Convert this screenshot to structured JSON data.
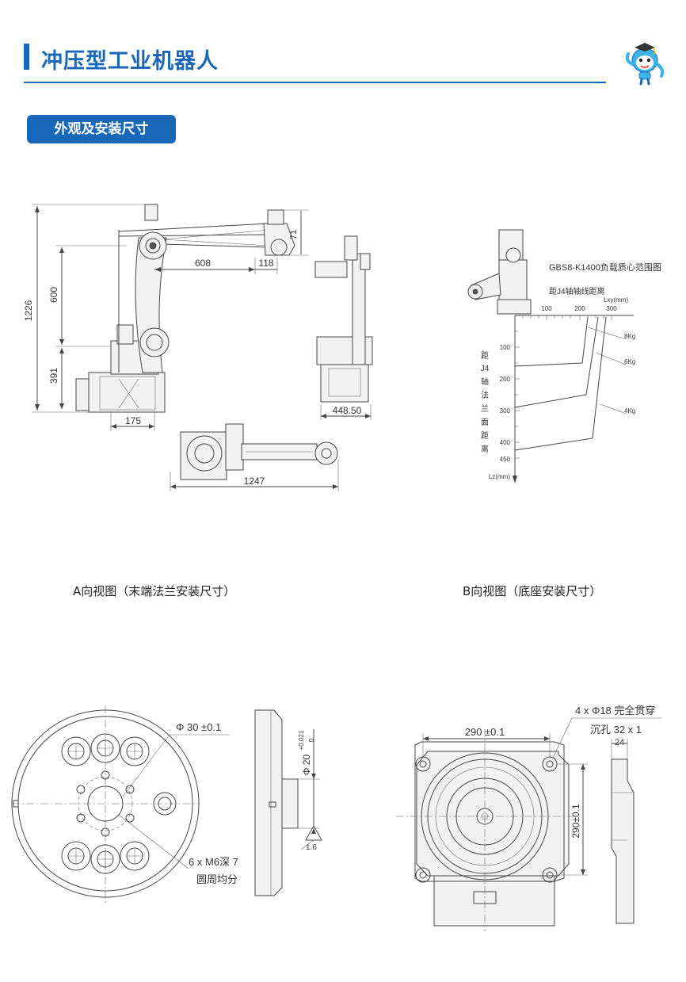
{
  "header": {
    "title": "冲压型工业机器人",
    "accent_color": "#1867b8",
    "mascot_icon": "robot-mascot-icon"
  },
  "section": {
    "tab_label": "外观及安装尺寸"
  },
  "side_view": {
    "dim_total_height": "1226",
    "dim_upper": "600",
    "dim_lower": "391",
    "dim_arm_reach": "608",
    "dim_arm_end": "118",
    "dim_top_offset": "71",
    "dim_base_width": "175"
  },
  "front_view": {
    "dim_width": "448.50"
  },
  "top_view": {
    "dim_length": "1247"
  },
  "load_chart": {
    "title": "GBS8-K1400负载质心范围图",
    "x_axis_label": "距J4轴轴线距离",
    "x_unit": "Lxy(mm)",
    "x_ticks": [
      "100",
      "200",
      "300"
    ],
    "y_axis_label_chars": [
      "距",
      "J4",
      "轴",
      "法",
      "兰",
      "面",
      "距",
      "离"
    ],
    "y_unit": "Lz(mm)",
    "y_ticks": [
      "100",
      "200",
      "300",
      "400",
      "450"
    ],
    "curves": [
      "8Kg",
      "6Kg",
      "4Kg"
    ]
  },
  "captions": {
    "a": "A向视图（末端法兰安装尺寸）",
    "b": "B向视图（底座安装尺寸）"
  },
  "flange_view": {
    "dim_bore": "Φ 30 ±0.1",
    "dim_shaft": "Φ 20",
    "tol_upper": "+0.021",
    "tol_lower": "0",
    "dim_step": "1.6",
    "holes_note_1": "6 x M6深 7",
    "holes_note_2": "圆周均分"
  },
  "base_view": {
    "dim_width": "290 ±0.1",
    "dim_height": "290±0.1",
    "holes_note_1": "4 x Φ18 完全贯穿",
    "holes_note_2": "沉孔 32 x 1",
    "dim_depth": "24"
  }
}
